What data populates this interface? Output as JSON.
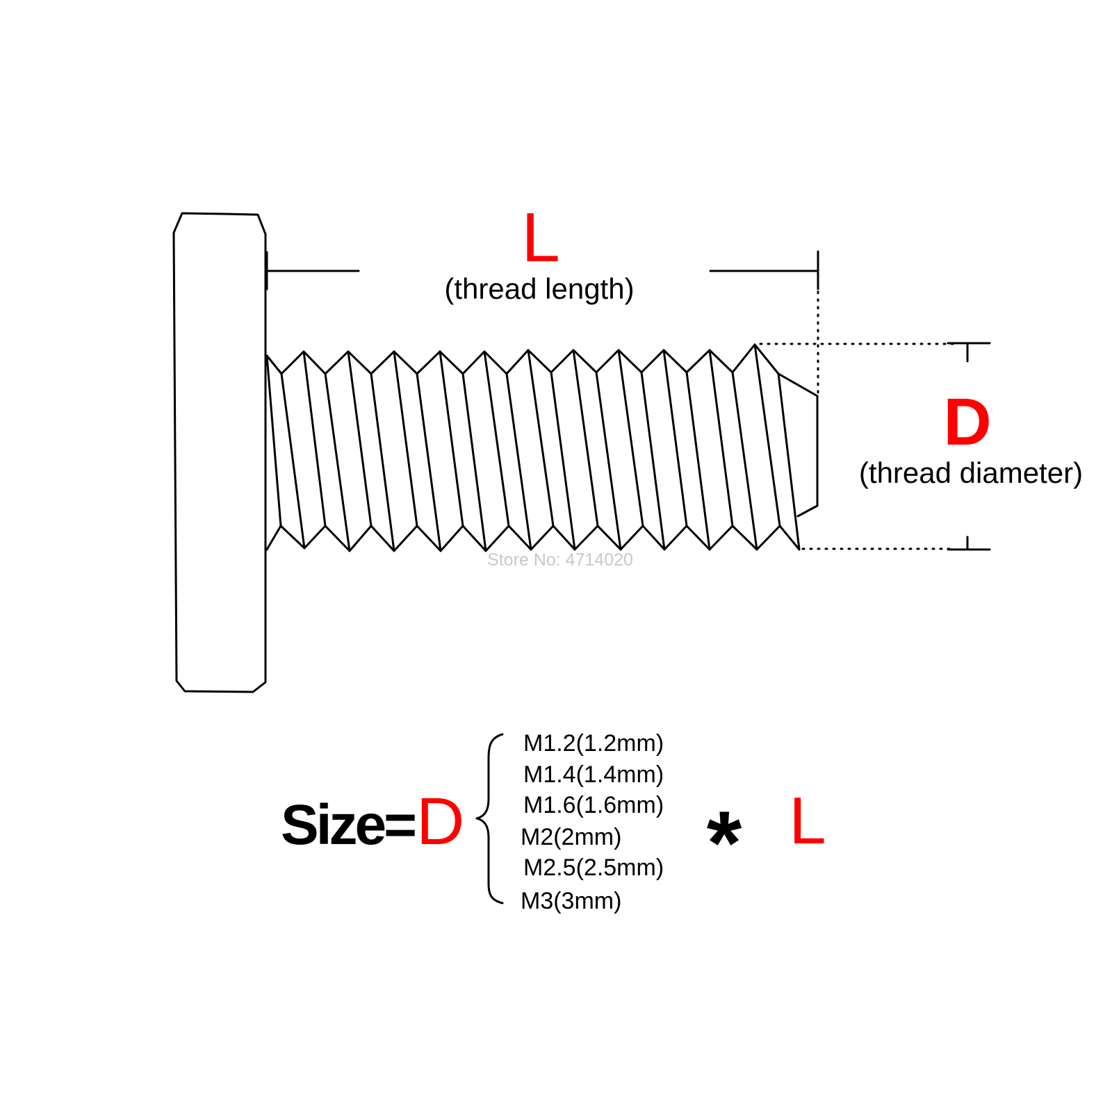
{
  "labels": {
    "length_symbol": "L",
    "length_caption": "(thread length)",
    "diameter_symbol": "D",
    "diameter_caption": "(thread diameter)",
    "watermark": "Store No: 4714020"
  },
  "formula": {
    "prefix": "Size=",
    "d_symbol": "D",
    "times": "*",
    "l_symbol": "L",
    "sizes": [
      "M1.2(1.2mm)",
      "M1.4(1.4mm)",
      "M1.6(1.6mm)",
      "M2(2mm)",
      "M2.5(2.5mm)",
      "M3(3mm)"
    ]
  },
  "colors": {
    "accent": "#ff0000",
    "ink": "#000000",
    "watermark": "#c8c8c8"
  }
}
